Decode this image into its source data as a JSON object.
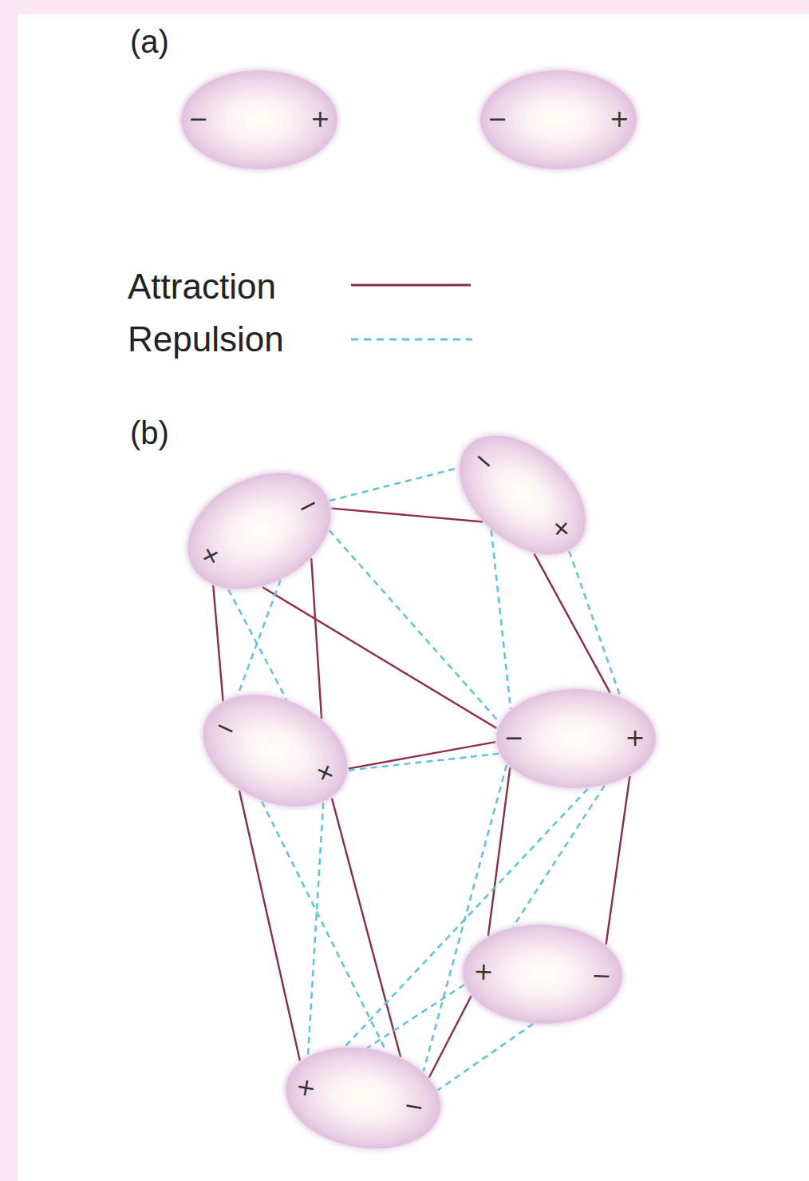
{
  "diagram": {
    "nodes": [
      {
        "text": [
          "−",
          "+"
        ]
      },
      {
        "text": [
          "−",
          "+"
        ]
      },
      {
        "text": [
          "+",
          "−"
        ]
      },
      {
        "text": [
          "−",
          "+"
        ]
      },
      {
        "text": [
          "−",
          "+"
        ]
      },
      {
        "text": [
          "−",
          "+"
        ]
      },
      {
        "text": [
          "+",
          "−"
        ]
      },
      {
        "text": [
          "+",
          "−"
        ]
      }
    ],
    "edges": [
      {
        "from": 2,
        "to": 3,
        "arrow": "none"
      },
      {
        "from": 3,
        "to": 5,
        "arrow": "none"
      },
      {
        "from": 2,
        "to": 5,
        "arrow": "none"
      },
      {
        "from": 2,
        "to": 4,
        "arrow": "none"
      },
      {
        "from": 2,
        "to": 4,
        "arrow": "none"
      },
      {
        "from": 4,
        "to": 5,
        "arrow": "none"
      },
      {
        "from": 5,
        "to": 6,
        "arrow": "none"
      },
      {
        "from": 5,
        "to": 6,
        "arrow": "none"
      },
      {
        "from": 4,
        "to": 7,
        "arrow": "none"
      },
      {
        "from": 4,
        "to": 7,
        "arrow": "none"
      },
      {
        "from": 6,
        "to": 7,
        "arrow": "none"
      },
      {
        "from": 2,
        "to": 3,
        "arrow": "none"
      },
      {
        "from": 2,
        "to": 4,
        "arrow": "none"
      },
      {
        "from": 2,
        "to": 4,
        "arrow": "none"
      },
      {
        "from": 2,
        "to": 5,
        "arrow": "none"
      },
      {
        "from": 3,
        "to": 5,
        "arrow": "none"
      },
      {
        "from": 3,
        "to": 5,
        "arrow": "none"
      },
      {
        "from": 4,
        "to": 7,
        "arrow": "none"
      },
      {
        "from": 4,
        "to": 7,
        "arrow": "none"
      },
      {
        "from": 5,
        "to": 7,
        "arrow": "none"
      },
      {
        "from": 5,
        "to": 7,
        "arrow": "none"
      },
      {
        "from": 6,
        "to": 7,
        "arrow": "none"
      },
      {
        "from": 6,
        "to": 7,
        "arrow": "none"
      },
      {
        "from": 5,
        "to": 6,
        "arrow": "none"
      },
      {
        "from": 4,
        "to": 5,
        "arrow": "none"
      }
    ],
    "labels": [
      "(a)",
      "(b)"
    ],
    "legend": [
      {
        "text": "Attraction"
      },
      {
        "text": "Repulsion"
      }
    ]
  }
}
